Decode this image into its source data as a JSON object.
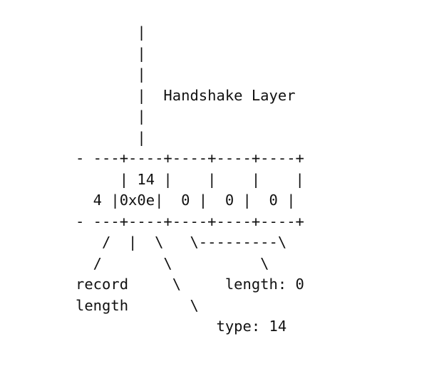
{
  "diagram": {
    "title": "Handshake Layer",
    "rows": [
      "       |",
      "       |",
      "       |",
      "       |  Handshake Layer",
      "       |",
      "       |",
      "- ---+----+----+----+----+",
      "     | 14 |    |    |    |",
      "  4 |0x0e|  0 |  0 |  0 |",
      "- ---+----+----+----+----+",
      "   /  |  \\   \\---------\\",
      "  /       \\          \\",
      "record     \\     length: 0",
      "length       \\",
      "                type: 14"
    ],
    "fields": {
      "record_length": "4",
      "type_value": "14",
      "type_hex": "0x0e",
      "length_bytes": [
        "0",
        "0",
        "0"
      ]
    },
    "labels": {
      "record": "record",
      "length_word": "length",
      "length_field": "length: 0",
      "type_field": "type: 14"
    }
  }
}
